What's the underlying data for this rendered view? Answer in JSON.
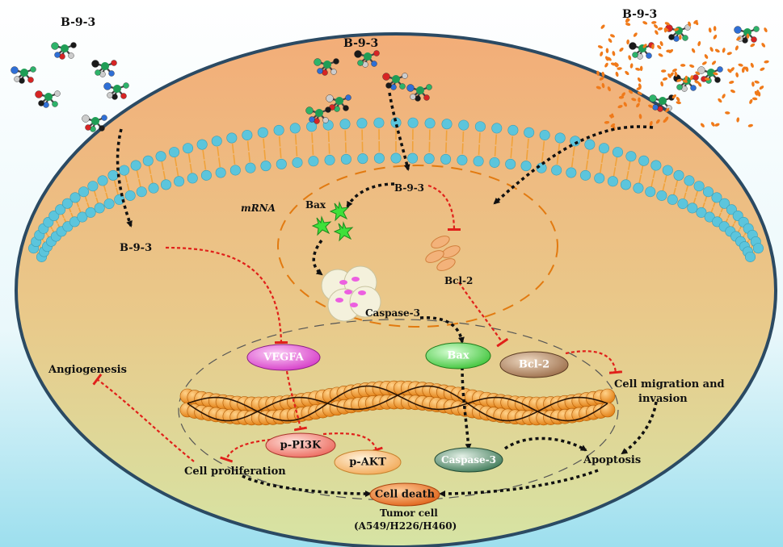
{
  "labels": {
    "drug_top_left": "B-9-3",
    "drug_top_center": "B-9-3",
    "drug_top_right": "B-9-3",
    "drug_inner": "B-9-3",
    "drug_left": "B-9-3",
    "mrna": "mRNA",
    "bax_small": "Bax",
    "bcl2_small": "Bcl-2",
    "caspase3_small": "Caspase-3",
    "angiogenesis": "Angiogenesis",
    "migration_line1": "Cell migration and",
    "migration_line2": "invasion",
    "proliferation": "Cell proliferation",
    "apoptosis": "Apoptosis",
    "tumor_cell": "Tumor cell",
    "cell_lines": "(A549/H226/H460)"
  },
  "pills": {
    "vegfa": "VEGFA",
    "bax": "Bax",
    "bcl2": "Bcl-2",
    "pi3k": "p-PI3K",
    "akt": "p-AKT",
    "caspase3": "Caspase-3",
    "cell_death": "Cell death"
  },
  "colors": {
    "activation_arrow": "#111111",
    "inhibition_line": "#e0201a",
    "membrane_head": "#5cc5dc",
    "membrane_tail": "#f0a23a",
    "chromosome": "#f0901e"
  }
}
